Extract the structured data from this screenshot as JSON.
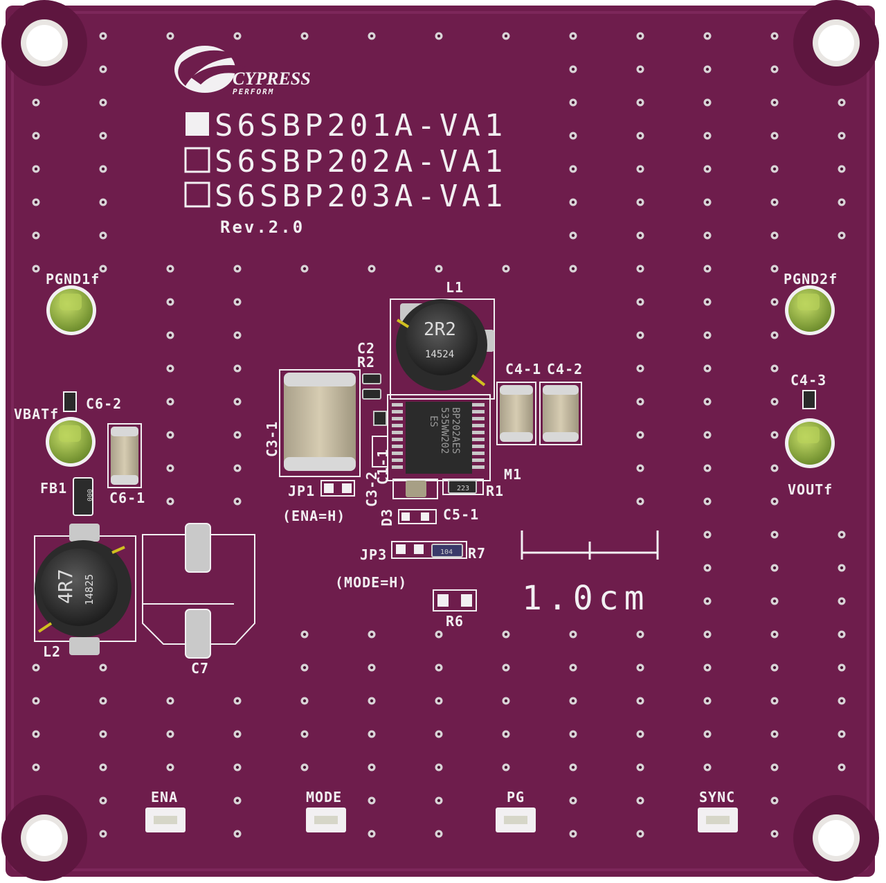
{
  "board": {
    "colors": {
      "pcb": "#6e1d4c",
      "pcb_edge": "#8a2e62",
      "silkscreen": "#f2f0f2",
      "pad_gold": "#9fbf4a",
      "metal": "#c9c9c9"
    },
    "logo": {
      "brand": "CYPRESS",
      "tagline": "PERFORM"
    },
    "part_numbers": [
      {
        "text": "S6SBP201A-VA1",
        "checked": true
      },
      {
        "text": "S6SBP202A-VA1",
        "checked": false
      },
      {
        "text": "S6SBP203A-VA1",
        "checked": false
      }
    ],
    "revision": "Rev.2.0",
    "scale_label": "1.0cm",
    "test_points": {
      "pgnd1": "PGND1f",
      "pgnd2": "PGND2f",
      "vbat": "VBATf",
      "vout": "VOUTf"
    },
    "headers": [
      "ENA",
      "MODE",
      "PG",
      "SYNC"
    ],
    "refdes": {
      "L1": "L1",
      "L2": "L2",
      "C2": "C2",
      "R2": "R2",
      "C3_1": "C3-1",
      "C3_2": "C3-2",
      "C1_1": "C1-1",
      "C4_1": "C4-1",
      "C4_2": "C4-2",
      "C4_3": "C4-3",
      "C5_1": "C5-1",
      "C6_1": "C6-1",
      "C6_2": "C6-2",
      "C7": "C7",
      "FB1": "FB1",
      "JP1": "JP1",
      "JP3": "JP3",
      "R1": "R1",
      "R6": "R6",
      "R7": "R7",
      "D3": "D3",
      "M1": "M1",
      "ena_hi": "(ENA=H)",
      "mode_hi": "(MODE=H)"
    },
    "component_marks": {
      "l1_value": "2R2",
      "l1_code": "14524",
      "l2_value": "4R7",
      "l2_code": "14825",
      "ic_line1": "BP202AES",
      "ic_line2": "535WW202",
      "ic_line3": "ES",
      "r1_code": "223",
      "r7_code": "104",
      "fb1_code": "000"
    }
  }
}
